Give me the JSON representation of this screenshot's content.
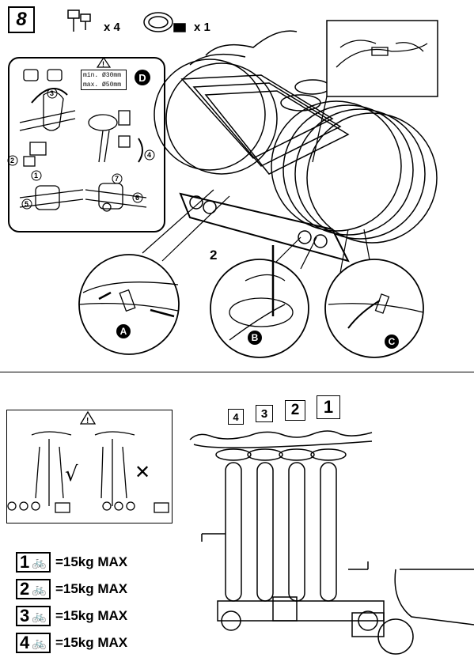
{
  "header": {
    "step_number": "8",
    "key_qty": "x 4",
    "strap_qty": "x 1"
  },
  "detail_panel": {
    "label": "D",
    "min_diameter": "min. Ø30mm",
    "max_diameter": "max. Ø50mm",
    "steps": [
      "1",
      "2",
      "3",
      "4",
      "5",
      "6",
      "7"
    ]
  },
  "callouts": {
    "center_number": "2",
    "a": "A",
    "b": "B",
    "c": "C"
  },
  "warning_panel": {
    "check_mark": "√",
    "cross_mark": "✕"
  },
  "bike_position_labels": [
    "4",
    "3",
    "2",
    "1"
  ],
  "weight_limits": [
    {
      "position": "1",
      "limit": "=15kg MAX"
    },
    {
      "position": "2",
      "limit": "=15kg MAX"
    },
    {
      "position": "3",
      "limit": "=15kg MAX"
    },
    {
      "position": "4",
      "limit": "=15kg MAX"
    }
  ]
}
